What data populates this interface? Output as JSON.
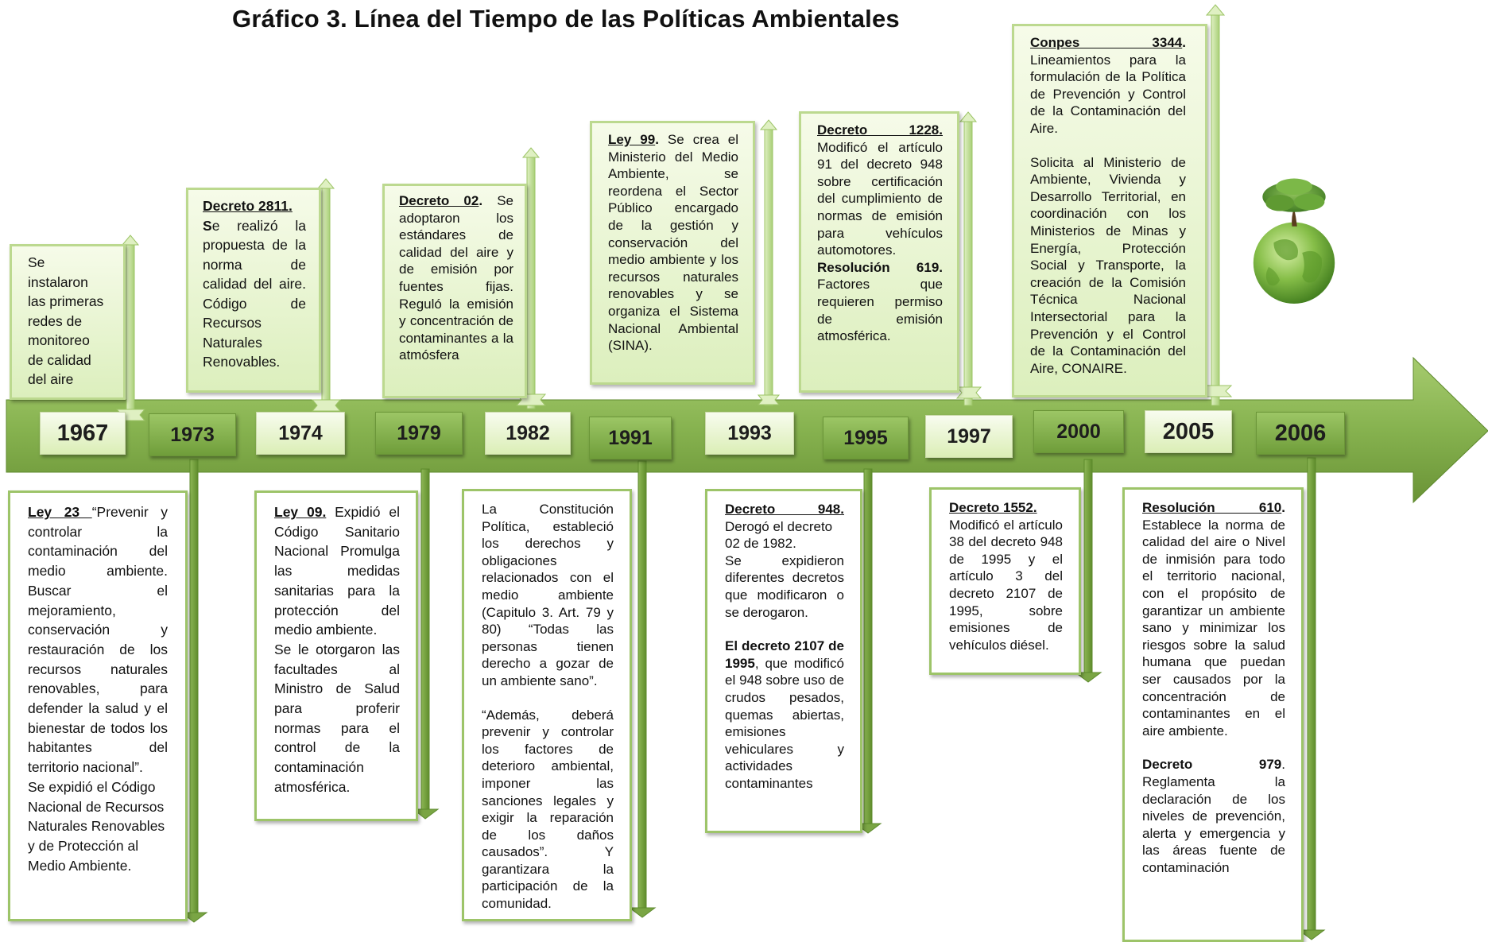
{
  "title": "Gráfico 3. Línea del Tiempo de las Políticas Ambientales",
  "colors": {
    "arrow_dark": "#6f9a3a",
    "arrow_light": "#9ec466",
    "box_border": "#9dc469",
    "box_fill": "#eef7dc"
  },
  "icons": {
    "globe": "tree-on-globe-icon"
  },
  "years": [
    "1967",
    "1973",
    "1974",
    "1979",
    "1982",
    "1991",
    "1993",
    "1995",
    "1997",
    "2000",
    "2005",
    "2006"
  ],
  "top": {
    "y1967": {
      "text": "Se instalaron las primeras redes de monitoreo de calidad del aire"
    },
    "y1974": {
      "h": "Decreto 2811.",
      "s": "S",
      "t": "e realizó la propuesta de la norma de calidad del aire. Código de Recursos Naturales Renovables."
    },
    "y1982": {
      "h": "Decreto 02",
      "p": ". ",
      "t": "Se adoptaron los estándares de calidad del aire y de emisión por fuentes fijas. Reguló la emisión y concentración de contaminantes a la atmósfera"
    },
    "y1993": {
      "h": "Ley 99",
      "p": ". ",
      "t": "Se crea el Ministerio del Medio Ambiente, se reordena el Sector Público encargado de la gestión y conservación del medio ambiente y los recursos naturales renovables y se organiza el Sistema Nacional Ambiental (SINA)."
    },
    "y1997": {
      "h": "Decreto 1228.",
      "t1": "Modificó el artículo 91 del decreto 948 sobre certificación del cumplimiento de normas de emisión para vehículos automotores.",
      "h2": "Resolución 619.",
      "t2": "Factores que requieren permiso de emisión atmosférica."
    },
    "y2005": {
      "h": "Conpes 3344",
      "p": ".",
      "t1": "Lineamientos para la formulación de la Política de Prevención y Control de la Contaminación del Aire.",
      "t2": "Solicita al Ministerio de Ambiente, Vivienda y Desarrollo Territorial, en coordinación con los Ministerios de Minas y Energía, Protección Social y Transporte, la creación de la Comisión Técnica Nacional Intersectorial para la Prevención y el Control de la Contaminación del Aire, CONAIRE."
    }
  },
  "bottom": {
    "y1973": {
      "h": "Ley 23 ",
      "t1": "“Prevenir y controlar la contaminación del medio ambiente. Buscar el mejoramiento, conservación y restauración de los recursos naturales renovables, para defender la salud y el bienestar de todos los habitantes del territorio nacional”.",
      "t2": "Se expidió el Código Nacional de Recursos Naturales Renovables y de Protección al Medio Ambiente."
    },
    "y1979": {
      "h": "Ley 09.",
      "t1": " Expidió el Código Sanitario Nacional Promulga las medidas sanitarias para la protección del medio ambiente.",
      "t2": "Se le otorgaron las facultades al Ministro de Salud para proferir normas para el control de la contaminación atmosférica."
    },
    "y1991": {
      "t1": "La Constitución Política, estableció los derechos y obligaciones relacionados con el medio ambiente (Capitulo 3. Art. 79 y 80) “Todas las personas tienen derecho a gozar de un ambiente sano”.",
      "t2": " “Además, deberá prevenir y controlar los factores de deterioro ambiental, imponer las sanciones legales y exigir la reparación de los daños causados”. Y garantizara la participación de la comunidad."
    },
    "y1995": {
      "h": "Decreto 948.",
      "t1": "Derogó el decreto 02 de 1982.",
      "t2": "Se expidieron diferentes decretos que modificaron o se derogaron.",
      "h3": "El decreto 2107 de 1995",
      "t3": ", que modificó el 948 sobre uso de crudos pesados, quemas abiertas, emisiones vehiculares y actividades contaminantes"
    },
    "y2000": {
      "h": "Decreto 1552.",
      "t": "Modificó el artículo 38 del decreto 948 de 1995 y el artículo 3 del decreto 2107 de 1995, sobre emisiones de vehículos diésel."
    },
    "y2006": {
      "h": "Resolución 610",
      "p": ".",
      "t1": "Establece la norma de calidad del aire o Nivel de inmisión para todo el territorio nacional, con el propósito de garantizar un ambiente sano y minimizar los riesgos sobre la salud humana que puedan ser causados por la concentración de contaminantes en el aire ambiente.",
      "h2": "Decreto 979",
      "p2": ".",
      "t2": "Reglamenta la declaración de los niveles de prevención, alerta y emergencia y las áreas fuente de contaminación"
    }
  }
}
